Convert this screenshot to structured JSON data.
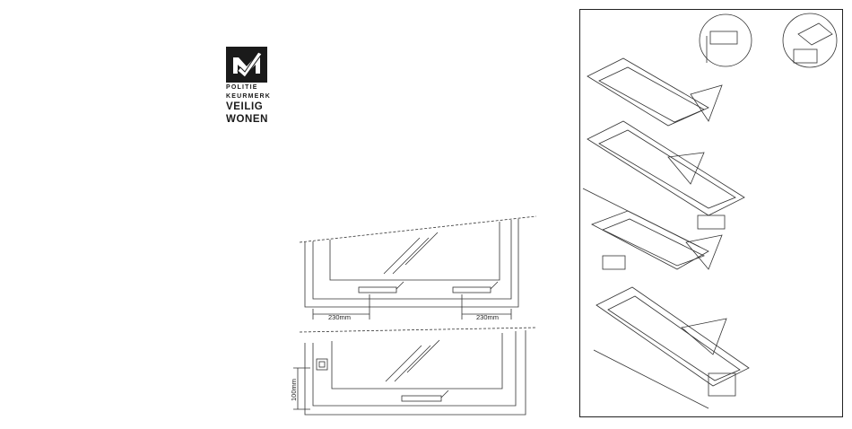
{
  "logo": {
    "lines": [
      "POLITIE",
      "KEURMERK",
      "VEILIG",
      "WONEN"
    ]
  },
  "diagram_top": {
    "dim_left": "230mm",
    "dim_right": "230mm"
  },
  "diagram_bottom": {
    "dim_vertical": "100mm"
  }
}
